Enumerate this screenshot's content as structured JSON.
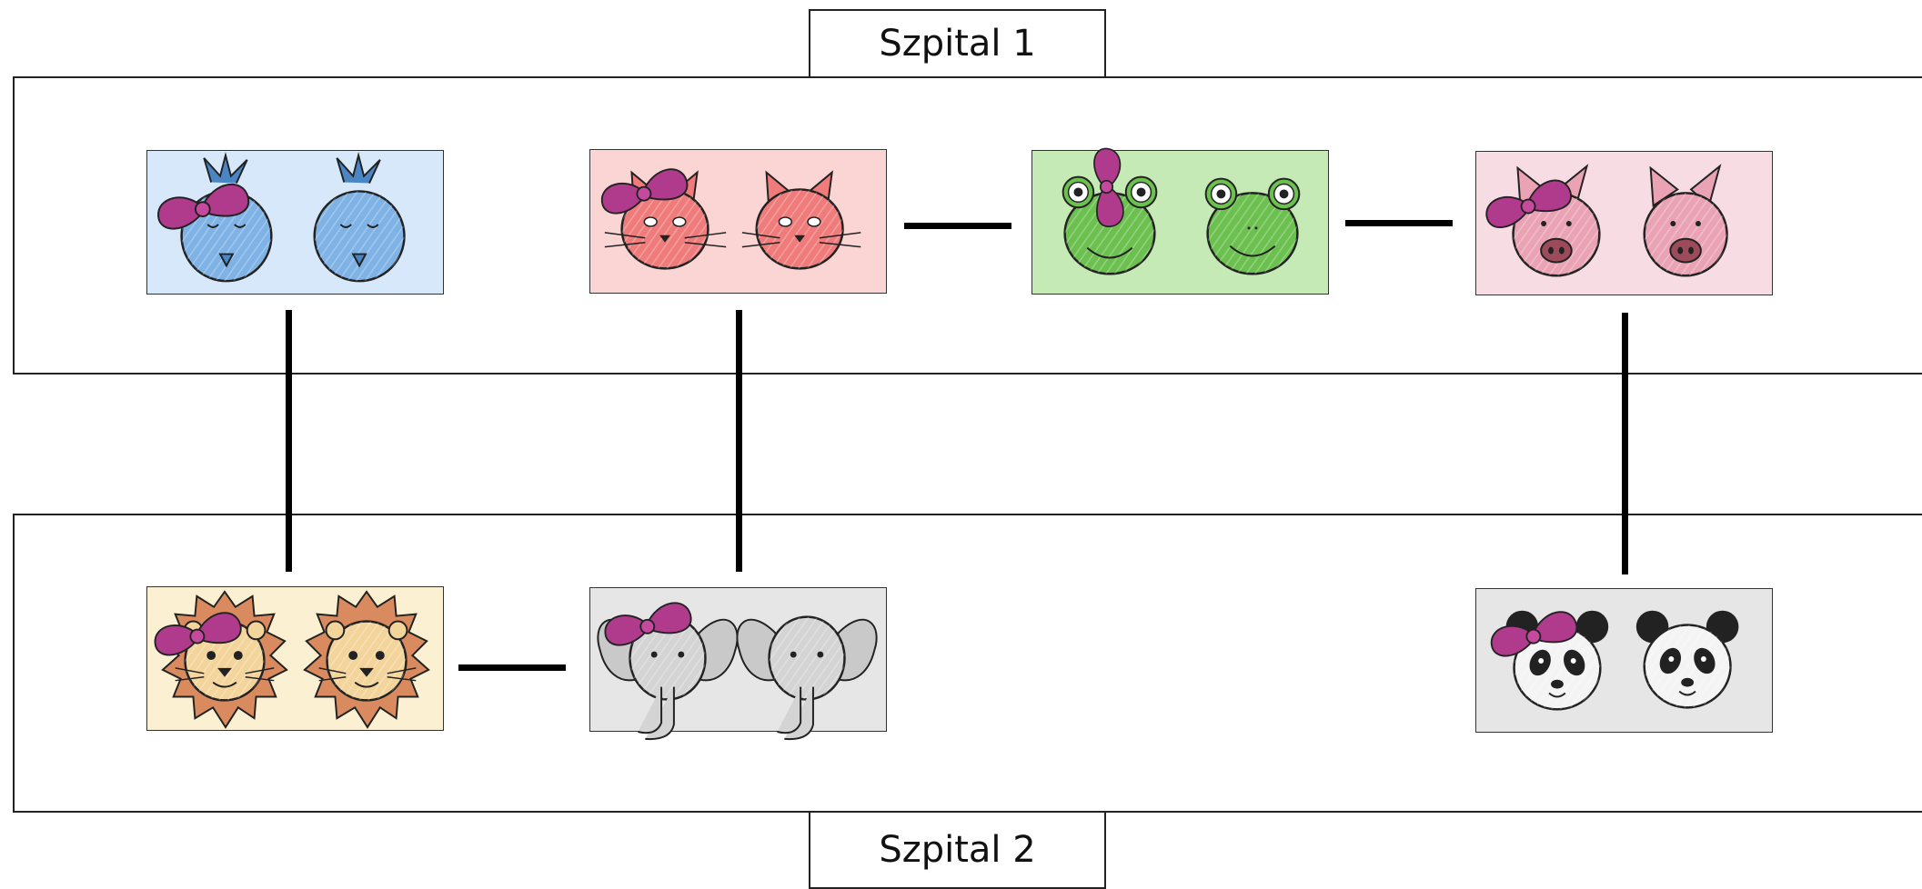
{
  "hospitals": [
    {
      "label": "Szpital 1"
    },
    {
      "label": "Szpital 2"
    }
  ],
  "families": [
    {
      "animal": "bird",
      "hospital": "Szpital 1",
      "icons": [
        "bird-with-bow-icon",
        "bird-icon"
      ],
      "color": "#d8e8fb"
    },
    {
      "animal": "cat",
      "hospital": "Szpital 1",
      "icons": [
        "cat-with-bow-icon",
        "cat-icon"
      ],
      "color": "#fbd4d4"
    },
    {
      "animal": "frog",
      "hospital": "Szpital 1",
      "icons": [
        "frog-with-bow-icon",
        "frog-icon"
      ],
      "color": "#c5eab6"
    },
    {
      "animal": "pig",
      "hospital": "Szpital 1",
      "icons": [
        "pig-with-bow-icon",
        "pig-icon"
      ],
      "color": "#f7dde3"
    },
    {
      "animal": "lion",
      "hospital": "Szpital 2",
      "icons": [
        "lion-with-bow-icon",
        "lion-icon"
      ],
      "color": "#fbf1d2"
    },
    {
      "animal": "elephant",
      "hospital": "Szpital 2",
      "icons": [
        "elephant-with-bow-icon",
        "elephant-icon"
      ],
      "color": "#e6e6e6"
    },
    {
      "animal": "panda",
      "hospital": "Szpital 2",
      "icons": [
        "panda-with-bow-icon",
        "panda-icon"
      ],
      "color": "#e6e6e6"
    }
  ],
  "connections": [
    [
      "cat",
      "frog"
    ],
    [
      "frog",
      "pig"
    ],
    [
      "bird",
      "lion"
    ],
    [
      "cat",
      "elephant"
    ],
    [
      "pig",
      "panda"
    ],
    [
      "lion",
      "elephant"
    ]
  ],
  "colors": {
    "bow": "#b03a8c",
    "outline": "#222222"
  }
}
